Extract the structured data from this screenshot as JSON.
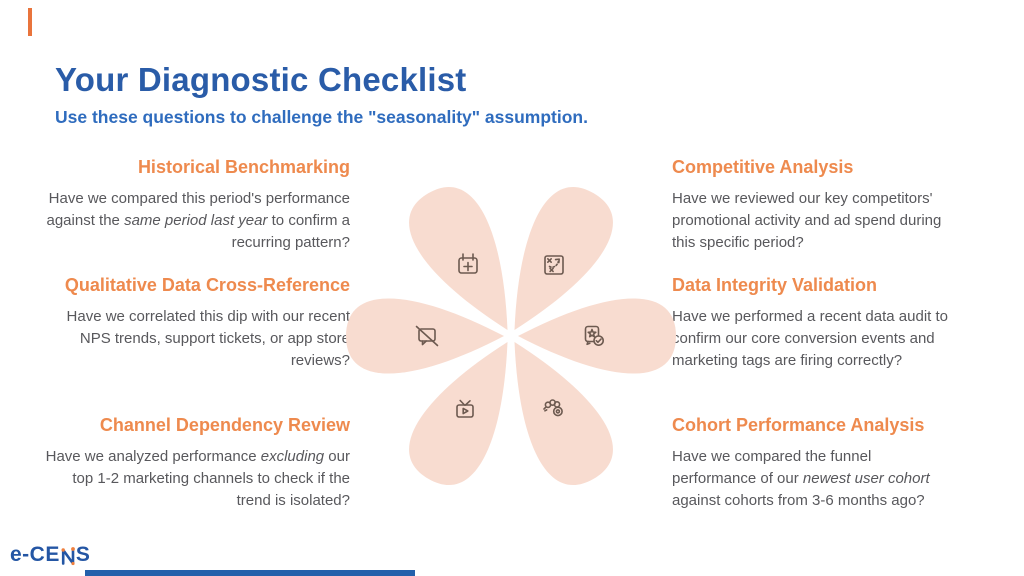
{
  "slide": {
    "title": "Your Diagnostic Checklist",
    "subtitle": "Use these questions to challenge the \"seasonality\" assumption."
  },
  "checklist": {
    "left": [
      {
        "heading": "Historical Benchmarking",
        "body": [
          "Have we compared this period's performance against the ",
          "same period last year",
          " to confirm a recurring pattern?"
        ]
      },
      {
        "heading": "Qualitative Data Cross-Reference",
        "body": [
          "Have we correlated this dip with our recent NPS trends, support tickets, or app store reviews?",
          "",
          ""
        ]
      },
      {
        "heading": "Channel Dependency Review",
        "body": [
          "Have we analyzed performance ",
          "excluding",
          " our top 1-2 marketing channels to check if the trend is isolated?"
        ]
      }
    ],
    "right": [
      {
        "heading": "Competitive Analysis",
        "body": [
          "Have we reviewed our key competitors' promotional activity and ad spend during this specific period?",
          "",
          ""
        ]
      },
      {
        "heading": "Data Integrity Validation",
        "body": [
          "Have we performed a recent data audit to confirm our core conversion events and marketing tags are firing correctly?",
          "",
          ""
        ]
      },
      {
        "heading": "Cohort Performance Analysis",
        "body": [
          "Have we compared the funnel performance of our ",
          "newest user cohort",
          " against cohorts from 3-6 months ago?"
        ]
      }
    ]
  },
  "flower": {
    "petal_count": 6,
    "icons": [
      "calendar-plus-icon",
      "strategy-icon",
      "no-comment-icon",
      "badge-check-icon",
      "video-tv-icon",
      "cohort-icon"
    ]
  },
  "logo": {
    "text_left": "e-CE",
    "letter_n": "N",
    "text_right": "S"
  },
  "colors": {
    "title_blue": "#2a5ca8",
    "subtitle_blue": "#2f6cbe",
    "heading_orange": "#ee8a4e",
    "body_gray": "#58585c",
    "petal": "#f8dcd0",
    "icon_stroke": "#6d5a50",
    "logo_blue": "#2456a4",
    "logo_orange": "#ef7f3d",
    "accent_orange": "#e9743c",
    "accent_blue": "#2360ab"
  }
}
